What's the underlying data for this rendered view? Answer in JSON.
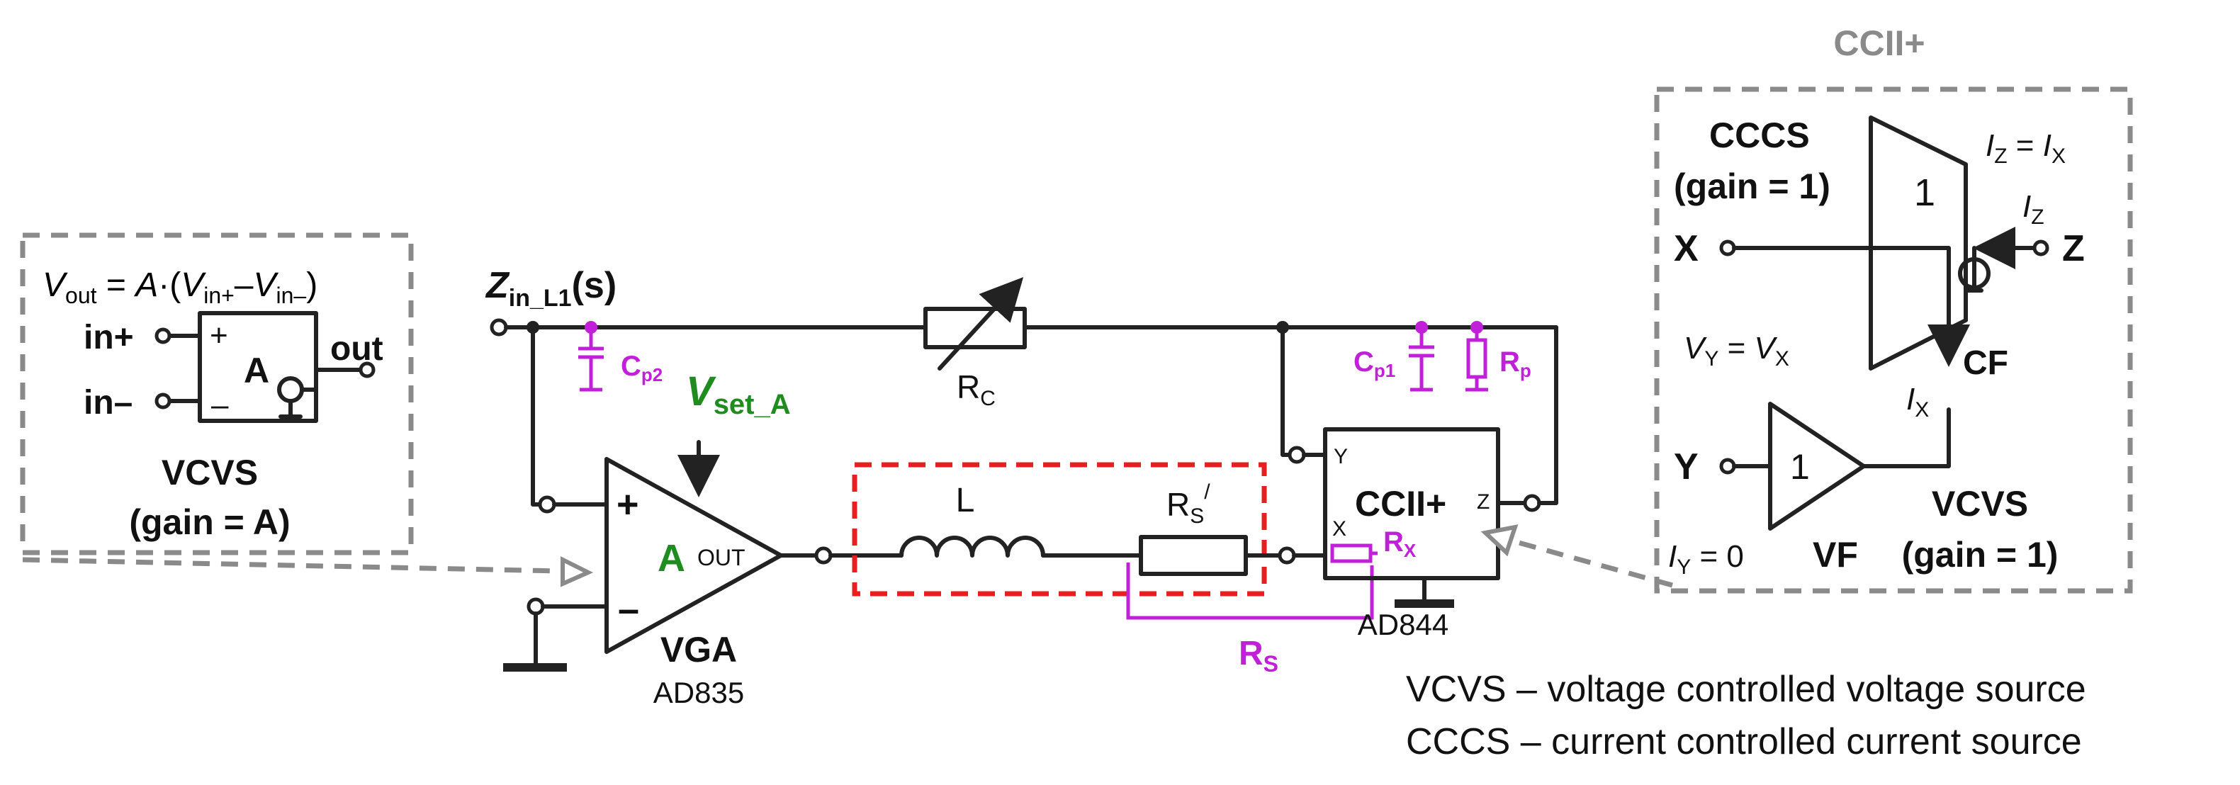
{
  "vcvs_box": {
    "equation": {
      "v": "V",
      "out": "out",
      "eq": " = ",
      "a": "A",
      "dot": "·(",
      "vin": "V",
      "plus": "in+",
      "minus": "–",
      "vin2": "V",
      "inminus": "in–",
      "close": ")"
    },
    "in_plus": "in+",
    "in_minus": "in–",
    "plus_sign": "+",
    "minus_sign": "–",
    "gain_symbol": "A",
    "out_label": "out",
    "title": "VCVS",
    "gain": "(gain = A)"
  },
  "main": {
    "zin": {
      "z": "Z",
      "sub": "in_L1",
      "s": "(s)"
    },
    "cp2": {
      "c": "C",
      "sub": "p2"
    },
    "vset": {
      "v": "V",
      "sub": "set_A"
    },
    "rc": {
      "r": "R",
      "sub": "C"
    },
    "cp1": {
      "c": "C",
      "sub": "p1"
    },
    "rp": {
      "r": "R",
      "sub": "p"
    },
    "vga_plus": "+",
    "vga_minus": "–",
    "vga_gain": "A",
    "vga_out": "OUT",
    "vga_name": "VGA",
    "vga_part": "AD835",
    "inductor": "L",
    "rs_prime": {
      "r": "R",
      "sub": "S",
      "sup": "/"
    },
    "ccii": {
      "name": "CCII+",
      "y": "Y",
      "x": "X",
      "z": "Z",
      "part": "AD844"
    },
    "rx": {
      "r": "R",
      "sub": "X"
    },
    "rs": {
      "r": "R",
      "sub": "S"
    }
  },
  "ccii_box": {
    "title": "CCII+",
    "cccs": "CCCS",
    "cccs_gain": "(gain = 1)",
    "cf_gain": "1",
    "iz_eq": {
      "i1": "I",
      "s1": "Z",
      "eq": " = ",
      "i2": "I",
      "s2": "X"
    },
    "iz": {
      "i": "I",
      "s": "Z"
    },
    "x": "X",
    "z": "Z",
    "vy_eq": {
      "v1": "V",
      "s1": "Y",
      "eq": " = ",
      "v2": "V",
      "s2": "X"
    },
    "cf": "CF",
    "ix": {
      "i": "I",
      "s": "X"
    },
    "y": "Y",
    "vf_gain": "1",
    "iy_eq": {
      "i": "I",
      "s": "Y",
      "rest": " = 0"
    },
    "vf": "VF",
    "vcvs": "VCVS",
    "vcvs_gain": "(gain = 1)"
  },
  "legend": [
    "VCVS – voltage controlled voltage source",
    "CCCS – current controlled current source"
  ]
}
